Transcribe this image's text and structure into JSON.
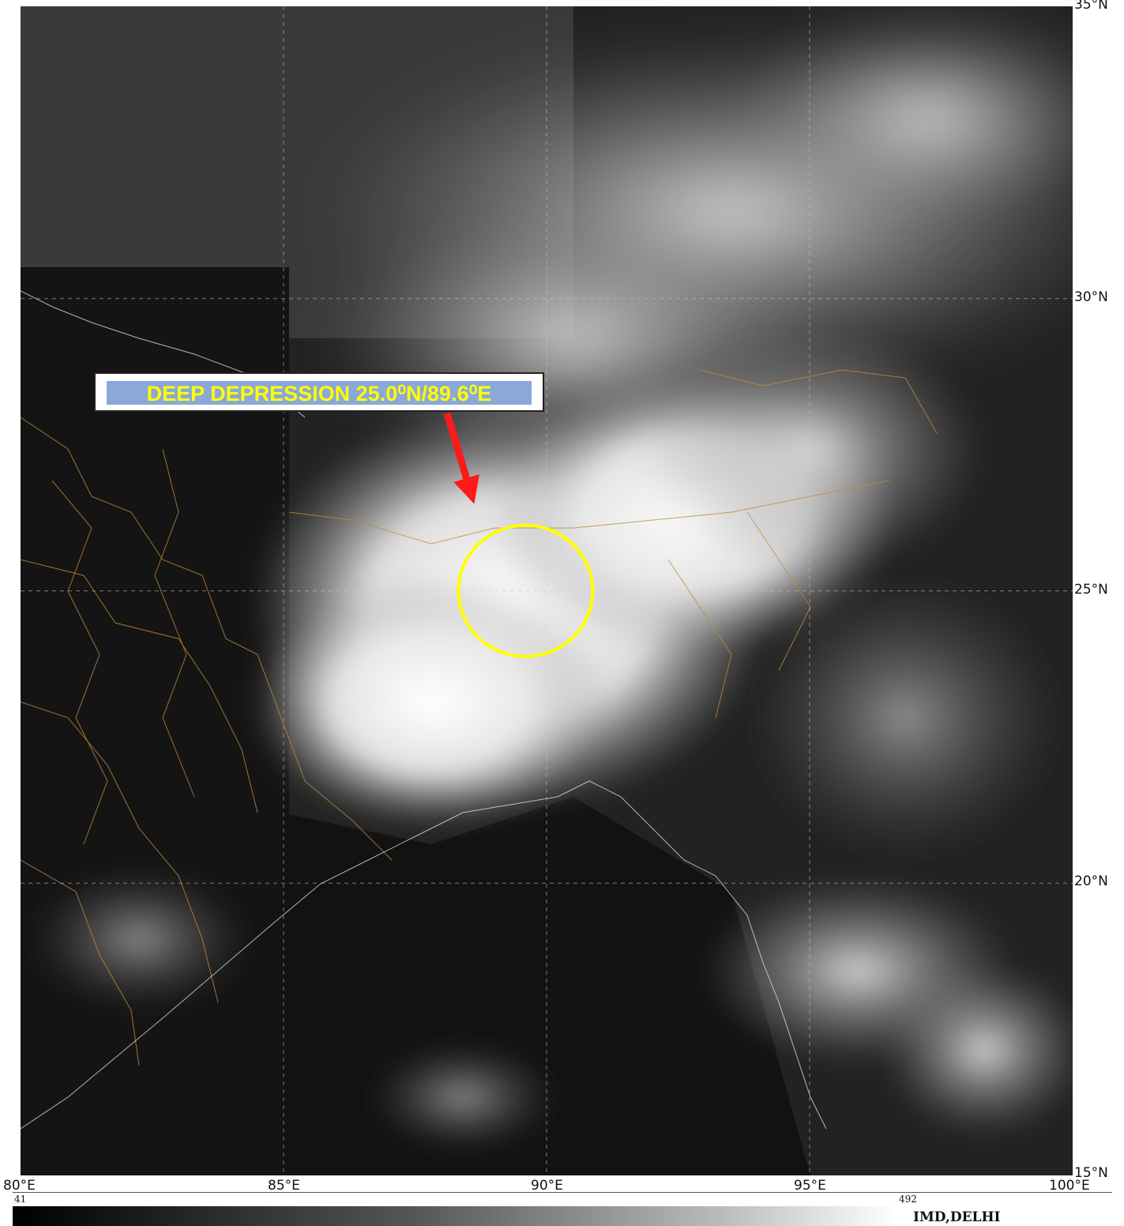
{
  "map": {
    "longitude_labels": [
      {
        "value": 80,
        "label": "80°E"
      },
      {
        "value": 85,
        "label": "85°E"
      },
      {
        "value": 90,
        "label": "90°E"
      },
      {
        "value": 95,
        "label": "95°E"
      },
      {
        "value": 100,
        "label": "100°E"
      }
    ],
    "latitude_labels": [
      {
        "value": 35,
        "label": "35°N"
      },
      {
        "value": 30,
        "label": "30°N"
      },
      {
        "value": 25,
        "label": "25°N"
      },
      {
        "value": 20,
        "label": "20°N"
      },
      {
        "value": 15,
        "label": "15°N"
      }
    ],
    "lon_range": [
      80,
      100
    ],
    "lat_range": [
      15,
      35
    ],
    "gridlines": true
  },
  "annotation": {
    "text": "DEEP DEPRESSION 25.0⁰N/89.6⁰E",
    "system_lat": 25.0,
    "system_lon": 89.6,
    "text_color": "#ffff00",
    "box_color": "#8aa8d8",
    "arrow_color": "#ff1a1a",
    "circle_color": "#ffff00"
  },
  "colorbar": {
    "min_label": "41",
    "max_label": "492"
  },
  "agency": "IMD,DELHI"
}
